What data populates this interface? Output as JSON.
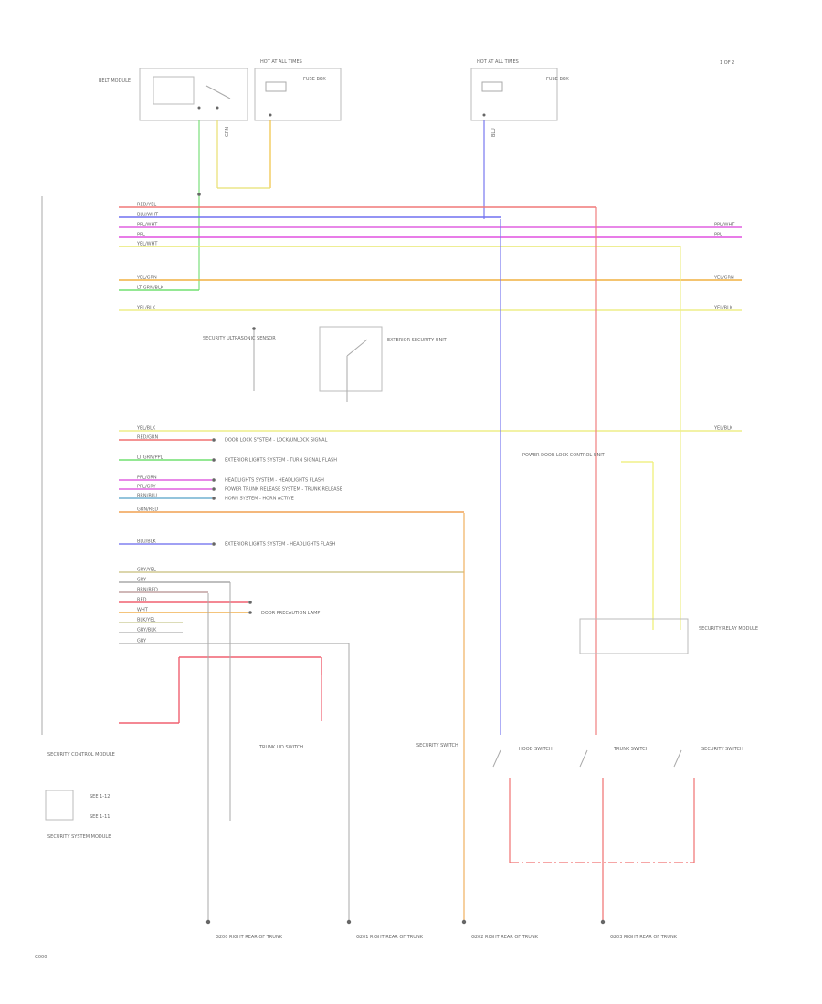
{
  "page": {
    "top_right_label": "1 OF 2",
    "bottom_left_label": "G000"
  },
  "top_components": {
    "relay_left_label": "BELT MODULE",
    "fuse_left_title": "HOT AT ALL TIMES",
    "fuse_left_body": "FUSE BOX",
    "fuse_right_title": "HOT AT ALL TIMES",
    "fuse_right_body": "FUSE BOX",
    "wire_fuse_left": "GRN",
    "wire_fuse_right": "BLU"
  },
  "module": {
    "label_top": "SECURITY CONTROL MODULE",
    "label_bottom": "SECURITY SYSTEM MODULE",
    "connector_1": "SEE 1-12",
    "connector_2": "SEE 1-11"
  },
  "wires_top": [
    {
      "label": "RED/YEL",
      "color": "#f07878"
    },
    {
      "label": "BLU/WHT",
      "color": "#7070f0"
    },
    {
      "label": "PPL/WHT",
      "color": "#e060e0"
    },
    {
      "label": "PPL",
      "color": "#e050e0"
    },
    {
      "label": "YEL/WHT",
      "color": "#e8e870"
    },
    {
      "label": "YEL/GRN",
      "color": "#f0b040"
    },
    {
      "label": "LT GRN/BLK",
      "color": "#70e070"
    },
    {
      "label": "YEL/BLK",
      "color": "#eeee88"
    }
  ],
  "right_labels": [
    "PPL/WHT",
    "PPL",
    "YEL/GRN",
    "YEL/BLK",
    "YEL/BLK"
  ],
  "wires_mid": [
    {
      "label": "YEL/BLK",
      "color": "#eeee88",
      "text": ""
    },
    {
      "label": "RED/GRN",
      "color": "#f07070",
      "text": "DOOR LOCK SYSTEM - LOCK/UNLOCK SIGNAL"
    },
    {
      "label": "LT GRN/PPL",
      "color": "#70e070",
      "text": "EXTERIOR LIGHTS SYSTEM - TURN SIGNAL FLASH"
    },
    {
      "label": "PPL/GRN",
      "color": "#e060e0",
      "text": "HEADLIGHTS SYSTEM - HEADLIGHTS FLASH"
    },
    {
      "label": "PPL/GRY",
      "color": "#e060e0",
      "text": "POWER TRUNK RELEASE SYSTEM - TRUNK RELEASE"
    },
    {
      "label": "BRN/BLU",
      "color": "#70b0d0",
      "text": "HORN SYSTEM - HORN ACTIVE"
    },
    {
      "label": "GRN/RED",
      "color": "#f0a050",
      "text": ""
    },
    {
      "label": "BLU/BLK",
      "color": "#8080f0",
      "text": "EXTERIOR LIGHTS SYSTEM - HEADLIGHTS FLASH"
    }
  ],
  "wires_low": [
    {
      "label": "GRY/YEL",
      "color": "#d0c890"
    },
    {
      "label": "GRY",
      "color": "#aaaaaa"
    },
    {
      "label": "BRN/RED",
      "color": "#c0a0a0"
    },
    {
      "label": "RED",
      "color": "#f06070"
    },
    {
      "label": "WHT",
      "color": "#f0b050"
    },
    {
      "label": "BLK/YEL",
      "color": "#d0d0a0"
    },
    {
      "label": "GRY/BLK",
      "color": "#bbbbbb"
    },
    {
      "label": "GRY",
      "color": "#bbbbbb"
    }
  ],
  "low_text": "DOOR PRECAUTION LAMP",
  "mid_components": {
    "switch_left": "TRUNK LID SWITCH",
    "switch_right": "EXTERIOR SECURITY UNIT",
    "relay_right": "SECURITY RELAY MODULE",
    "security_switch": "SECURITY SWITCH",
    "hood_switch": "HOOD SWITCH",
    "trunk_switch": "TRUNK SWITCH",
    "security_sw_right": "SECURITY SWITCH",
    "power_door_lock": "POWER DOOR LOCK CONTROL UNIT",
    "sensor_label": "SECURITY ULTRASONIC SENSOR"
  },
  "grounds": [
    "G200 RIGHT REAR OF TRUNK",
    "G201 RIGHT REAR OF TRUNK",
    "G202 RIGHT REAR OF TRUNK",
    "G203 RIGHT REAR OF TRUNK"
  ]
}
